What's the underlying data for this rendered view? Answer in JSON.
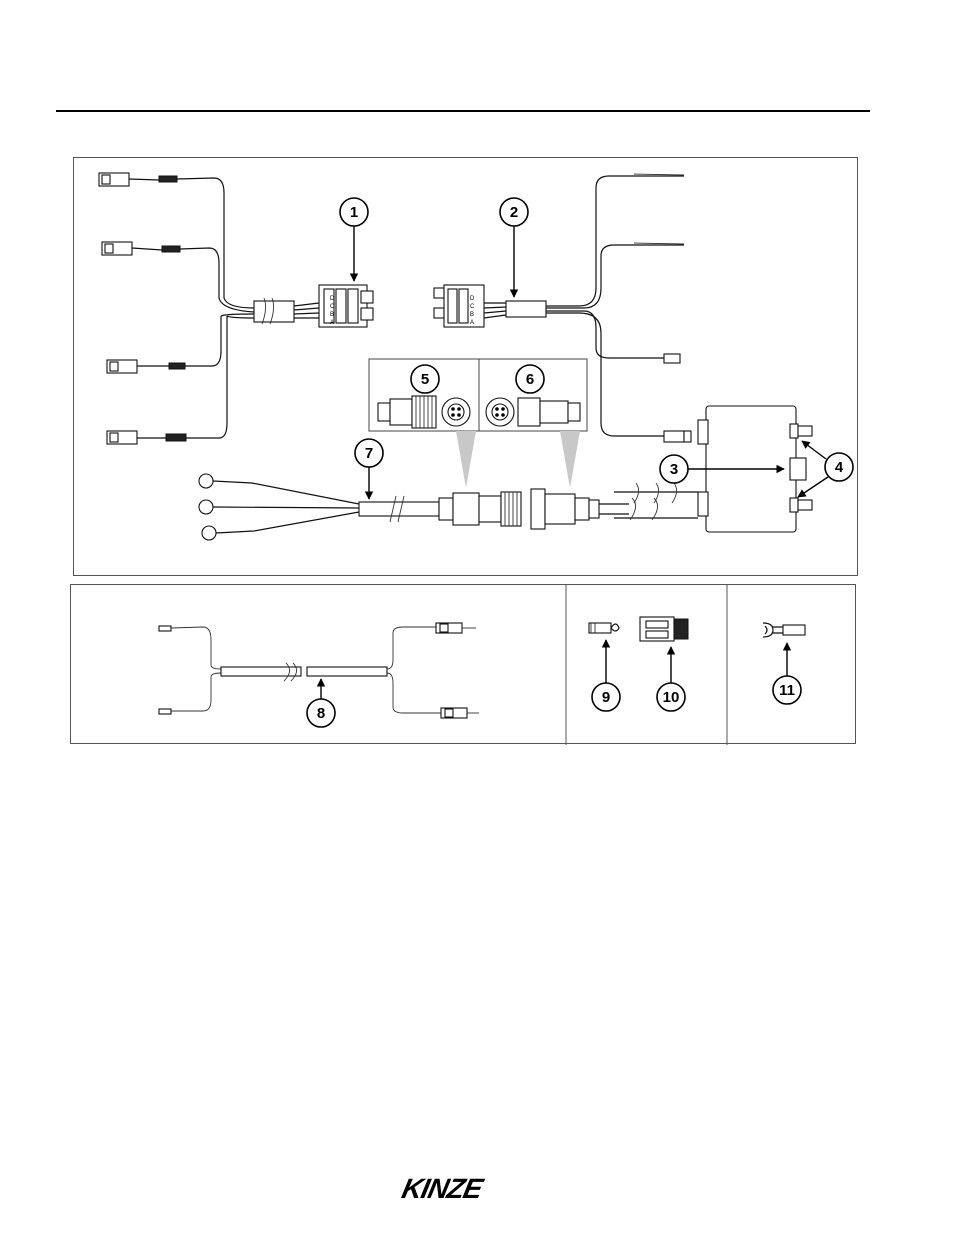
{
  "callouts": {
    "c1": "1",
    "c2": "2",
    "c3": "3",
    "c4": "4",
    "c5": "5",
    "c6": "6",
    "c7": "7",
    "c8": "8",
    "c9": "9",
    "c10": "10",
    "c11": "11"
  },
  "connector_labels": {
    "left": [
      "D",
      "C",
      "B",
      "A"
    ],
    "right": [
      "D",
      "C",
      "B",
      "A"
    ]
  },
  "footer": {
    "logo": "KINZE"
  },
  "colors": {
    "ink": "#000000",
    "panel_border": "#555555",
    "cone": "#c8c8c8"
  }
}
